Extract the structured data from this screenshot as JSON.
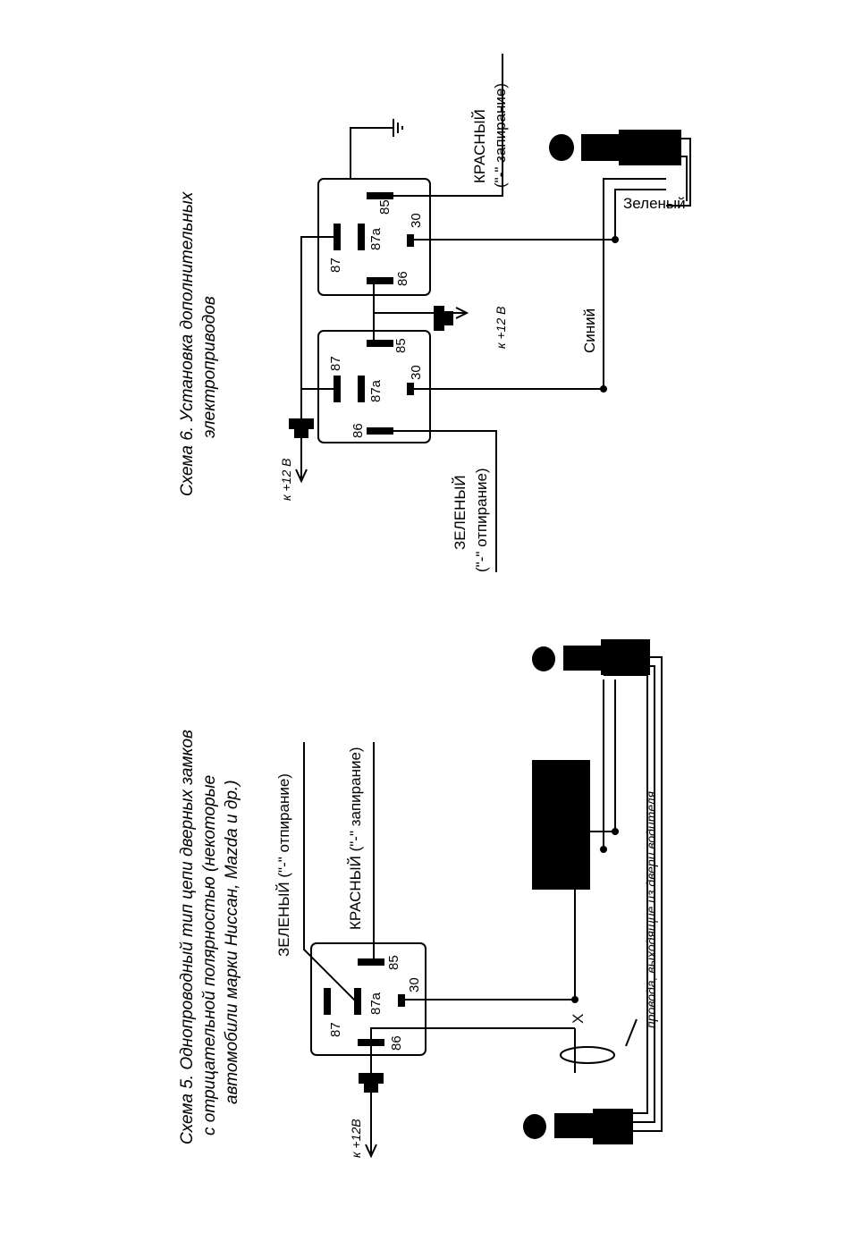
{
  "schema5": {
    "caption": [
      "Схема 5. Однопроводный тип цепи дверных замков",
      "с отрицательной полярностью (некоторые",
      "автомобили марки Ниссан, Mazda и др.)"
    ],
    "wire_green": "ЗЕЛЕНЫЙ (\"-\" отпирание)",
    "wire_red": "КРАСНЫЙ (\"-\" запирание)",
    "supply": "к +12В",
    "pins": [
      "87",
      "87a",
      "86",
      "85",
      "30"
    ],
    "cut_mark": "X",
    "note": "провода, выходящие из двери водителя"
  },
  "schema6": {
    "caption": [
      "Схема 6. Установка дополнительных",
      "электроприводов"
    ],
    "wire_red": "КРАСНЫЙ",
    "wire_red_sub": "(\"-\" запирание)",
    "wire_green": "ЗЕЛЕНЫЙ",
    "wire_green_sub": "(\"-\" отпирание)",
    "supply_left": "к +12 В",
    "supply_mid": "к +12 В",
    "wire_blue": "Синий",
    "wire_green_small": "Зеленый",
    "pins": [
      "87",
      "87a",
      "86",
      "85",
      "30"
    ]
  }
}
